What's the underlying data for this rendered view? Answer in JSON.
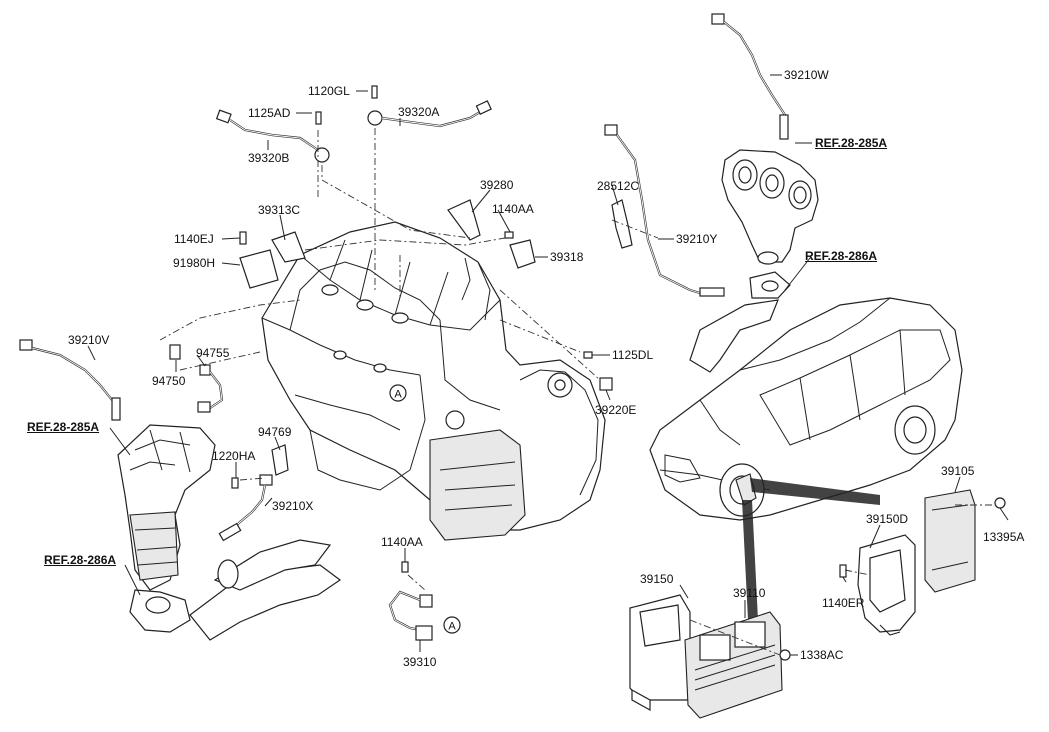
{
  "labels": {
    "p1120GL": "1120GL",
    "p39320A": "39320A",
    "p1125AD": "1125AD",
    "p39320B": "39320B",
    "p39210W": "39210W",
    "ref28285A_top": "REF.28-285A",
    "p39280": "39280",
    "p1140AA_top": "1140AA",
    "p39313C": "39313C",
    "p1140EJ": "1140EJ",
    "p91980H": "91980H",
    "p39318": "39318",
    "p28512C": "28512C",
    "p39210Y": "39210Y",
    "ref28286A_top": "REF.28-286A",
    "p39210V": "39210V",
    "p94755": "94755",
    "p94750": "94750",
    "p1125DL": "1125DL",
    "p39220E": "39220E",
    "ref28285A_left": "REF.28-285A",
    "p94769": "94769",
    "p1220HA": "1220HA",
    "p39210X": "39210X",
    "ref28286A_left": "REF.28-286A",
    "p1140AA_bottom": "1140AA",
    "p39310": "39310",
    "p39105": "39105",
    "p39150D": "39150D",
    "p13395A": "13395A",
    "p39150": "39150",
    "p39110": "39110",
    "p1140ER": "1140ER",
    "p1338AC": "1338AC",
    "marker_A": "A"
  }
}
